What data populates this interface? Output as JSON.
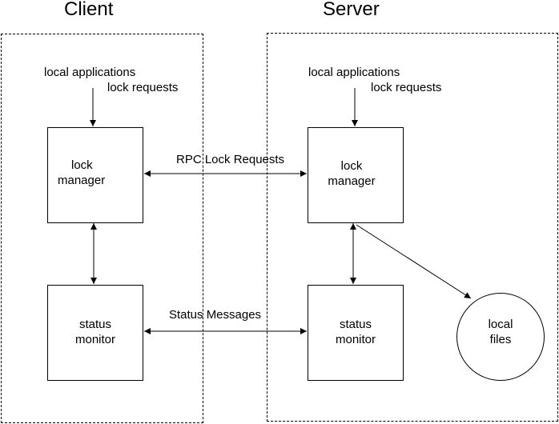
{
  "client": {
    "title": "Client",
    "local_apps_label": "local applications",
    "lock_requests_label": "lock requests",
    "lock_manager": {
      "line1": "lock",
      "line2": "manager"
    },
    "status_monitor": {
      "line1": "status",
      "line2": "monitor"
    }
  },
  "server": {
    "title": "Server",
    "local_apps_label": "local applications",
    "lock_requests_label": "lock requests",
    "lock_manager": {
      "line1": "lock",
      "line2": "manager"
    },
    "status_monitor": {
      "line1": "status",
      "line2": "monitor"
    },
    "local_files": {
      "line1": "local",
      "line2": "files"
    }
  },
  "links": {
    "rpc_label": "RPC Lock Requests",
    "status_label": "Status Messages"
  }
}
